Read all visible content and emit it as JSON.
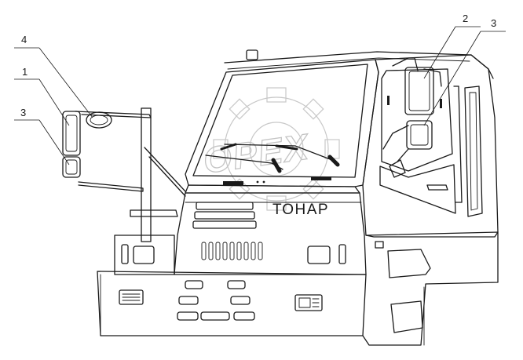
{
  "cab_badge": "ТОНАР",
  "watermark_text": "OPEX",
  "callouts": [
    {
      "id": "callout-4-left",
      "number": "4"
    },
    {
      "id": "callout-1-left",
      "number": "1"
    },
    {
      "id": "callout-3-left",
      "number": "3"
    },
    {
      "id": "callout-2-right",
      "number": "2"
    },
    {
      "id": "callout-3-right",
      "number": "3"
    }
  ],
  "colors": {
    "line": "#1a1a1a",
    "watermark": "#c4c4c4",
    "background": "#ffffff"
  }
}
